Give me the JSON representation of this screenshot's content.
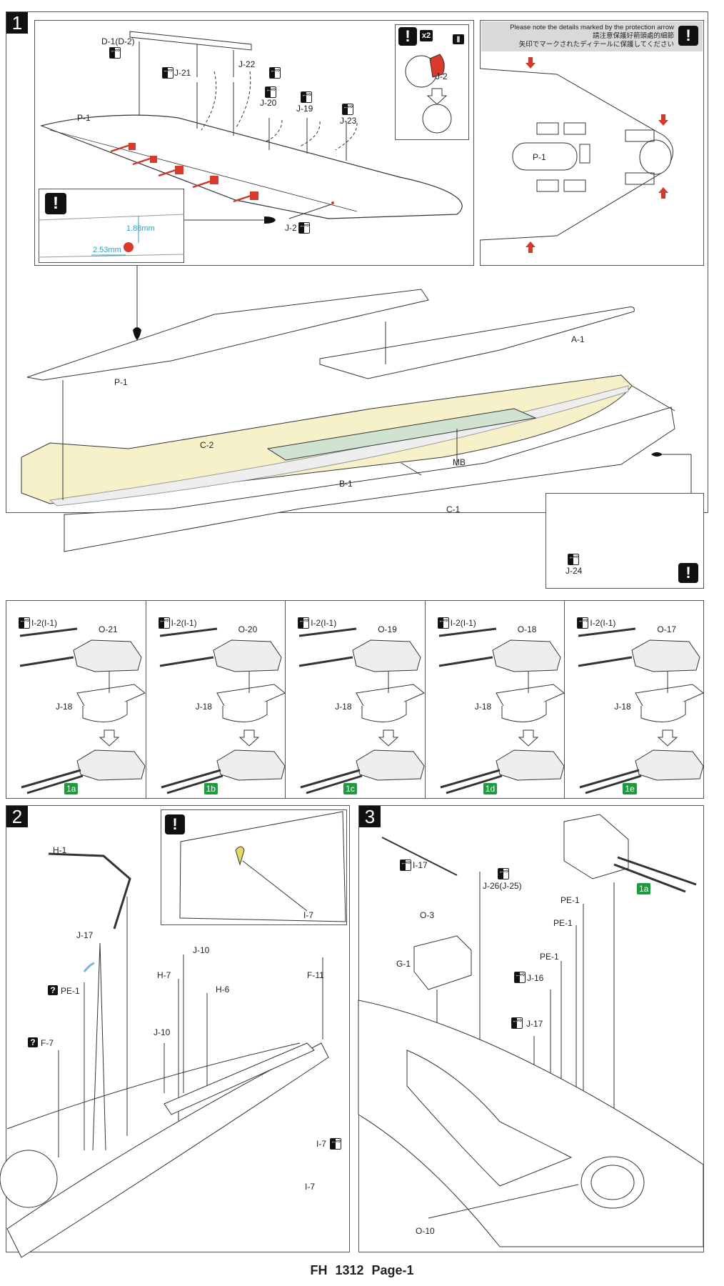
{
  "footer": {
    "model_code": "FH 1312",
    "page": "Page-1"
  },
  "colors": {
    "highlight_red": "#d93a2b",
    "dimension_blue": "#2aa3c8",
    "badge_green": "#1f9a3f",
    "hull_yellow": "#f6f1c9",
    "deck_green": "#cfe3d0",
    "banner_gray": "#d9d9d9"
  },
  "step1": {
    "number": "1",
    "labels": {
      "d1": "D-1(D-2)",
      "j21": "J-21",
      "j22": "J-22",
      "j20": "J-20",
      "j19": "J-19",
      "j23": "J-23",
      "p1_top": "P-1",
      "j2": "J-2",
      "j2_detail": "J-2",
      "x2": "x2",
      "p1_mid": "P-1",
      "a1": "A-1",
      "c2": "C-2",
      "mb": "MB",
      "b1": "B-1",
      "c1": "C-1",
      "j24": "J-24",
      "p1_plan": "P-1"
    },
    "dimensions": {
      "height": "1.88mm",
      "width": "2.53mm"
    },
    "protection_note": {
      "en": "Please note the details marked by the protection arrow",
      "zh": "請注意保護好箭頭處的細節",
      "ja": "矢印でマークされたディテールに保護してください"
    }
  },
  "turrets": [
    {
      "barrel": "I-2(I-1)",
      "turret": "O-21",
      "base": "J-18",
      "result": "1a"
    },
    {
      "barrel": "I-2(I-1)",
      "turret": "O-20",
      "base": "J-18",
      "result": "1b"
    },
    {
      "barrel": "I-2(I-1)",
      "turret": "O-19",
      "base": "J-18",
      "result": "1c"
    },
    {
      "barrel": "I-2(I-1)",
      "turret": "O-18",
      "base": "J-18",
      "result": "1d"
    },
    {
      "barrel": "I-2(I-1)",
      "turret": "O-17",
      "base": "J-18",
      "result": "1e"
    }
  ],
  "step2": {
    "number": "2",
    "labels": {
      "h1": "H-1",
      "j17": "J-17",
      "pe1": "PE-1",
      "f7": "F-7",
      "j10a": "J-10",
      "h7": "H-7",
      "h6": "H-6",
      "j10b": "J-10",
      "f11": "F-11",
      "i7_inset": "I-7",
      "i7a": "I-7",
      "i7b": "I-7"
    }
  },
  "step3": {
    "number": "3",
    "labels": {
      "i17": "I-17",
      "j26": "J-26(J-25)",
      "o3": "O-3",
      "g1": "G-1",
      "pe1a": "PE-1",
      "pe1b": "PE-1",
      "pe1c": "PE-1",
      "j16": "J-16",
      "j17": "J-17",
      "o10": "O-10",
      "turret_ref": "1a"
    }
  },
  "icons": {
    "warning": "!",
    "question": "?"
  }
}
